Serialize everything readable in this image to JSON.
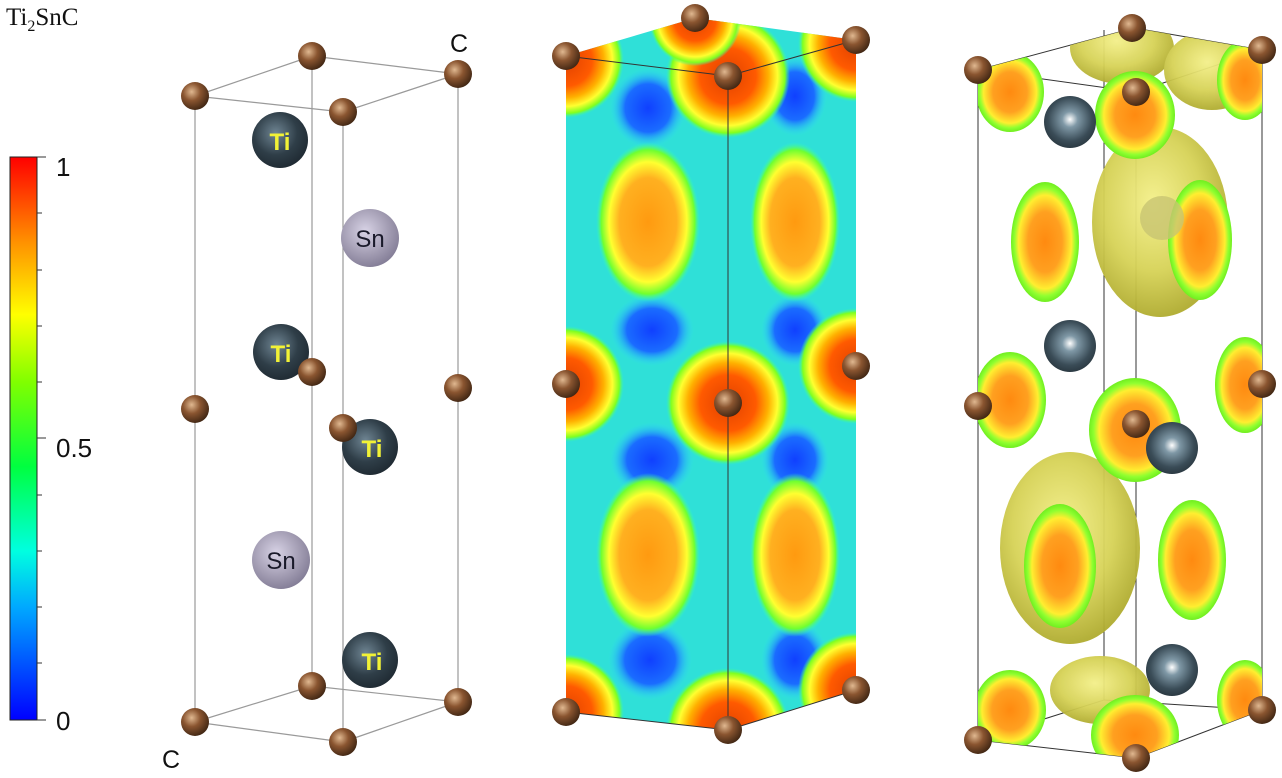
{
  "formula": {
    "prefix": "Ti",
    "sub": "2",
    "suffix": "SnC"
  },
  "colorbar": {
    "tick_max": "1",
    "tick_mid": "0.5",
    "tick_min": "0",
    "range": [
      0,
      1
    ],
    "colors": [
      "#0000ff",
      "#00b4ff",
      "#00ffd0",
      "#00ff00",
      "#a0ff00",
      "#ffff00",
      "#ffa000",
      "#ff5000",
      "#ff0000"
    ]
  },
  "structure": {
    "corner_label_top": "C",
    "corner_label_bottom": "C",
    "atom_labels": {
      "ti": "Ti",
      "sn": "Sn"
    }
  },
  "colors": {
    "carbon": "#7a4a28",
    "titanium": "#2f3e48",
    "tin": "#a59fb5",
    "label_yellow": "#f2f236"
  }
}
